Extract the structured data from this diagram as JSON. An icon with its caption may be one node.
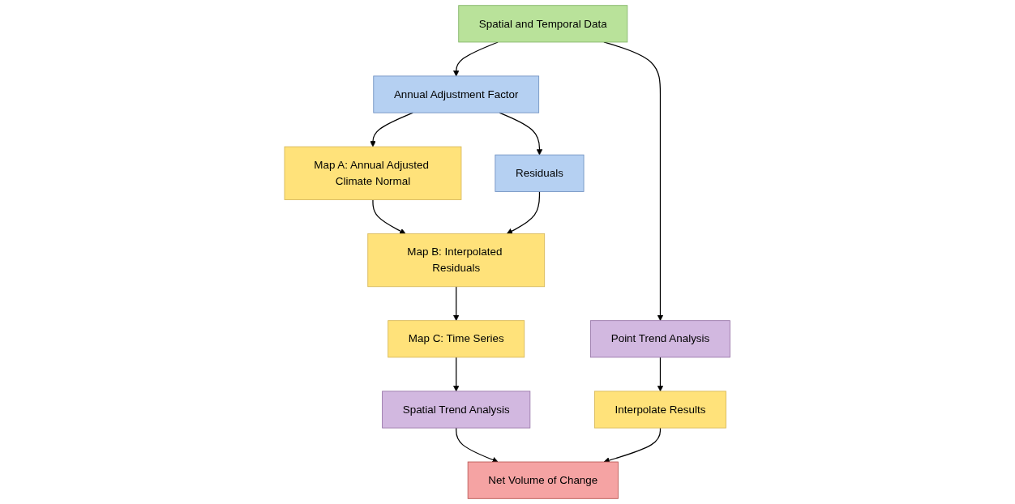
{
  "diagram": {
    "nodes": [
      {
        "text": [
          "Spatial and Temporal Data"
        ]
      },
      {
        "text": [
          "Annual Adjustment Factor"
        ]
      },
      {
        "text": [
          "Map A: Annual Adjusted Climate Normal"
        ]
      },
      {
        "text": [
          "Point Trend Analysis"
        ]
      },
      {
        "text": [
          "Residuals"
        ]
      },
      {
        "text": [
          "Map B: Interpolated Residuals"
        ]
      },
      {
        "text": [
          "Interpolate Results"
        ]
      },
      {
        "text": [
          "Map C: Time Series"
        ]
      },
      {
        "text": [
          "Spatial Trend Analysis"
        ]
      },
      {
        "text": [
          "Net Volume of Change"
        ]
      }
    ],
    "edges": [
      {
        "from": 0,
        "to": 1,
        "arrow": "to"
      },
      {
        "from": 0,
        "to": 3,
        "arrow": "to"
      },
      {
        "from": 1,
        "to": 2,
        "arrow": "to"
      },
      {
        "from": 1,
        "to": 4,
        "arrow": "to"
      },
      {
        "from": 2,
        "to": 5,
        "arrow": "to"
      },
      {
        "from": 3,
        "to": 6,
        "arrow": "to"
      },
      {
        "from": 4,
        "to": 5,
        "arrow": "to"
      },
      {
        "from": 5,
        "to": 7,
        "arrow": "to"
      },
      {
        "from": 7,
        "to": 8,
        "arrow": "to"
      },
      {
        "from": 8,
        "to": 9,
        "arrow": "to"
      },
      {
        "from": 6,
        "to": 9,
        "arrow": "to"
      }
    ]
  }
}
